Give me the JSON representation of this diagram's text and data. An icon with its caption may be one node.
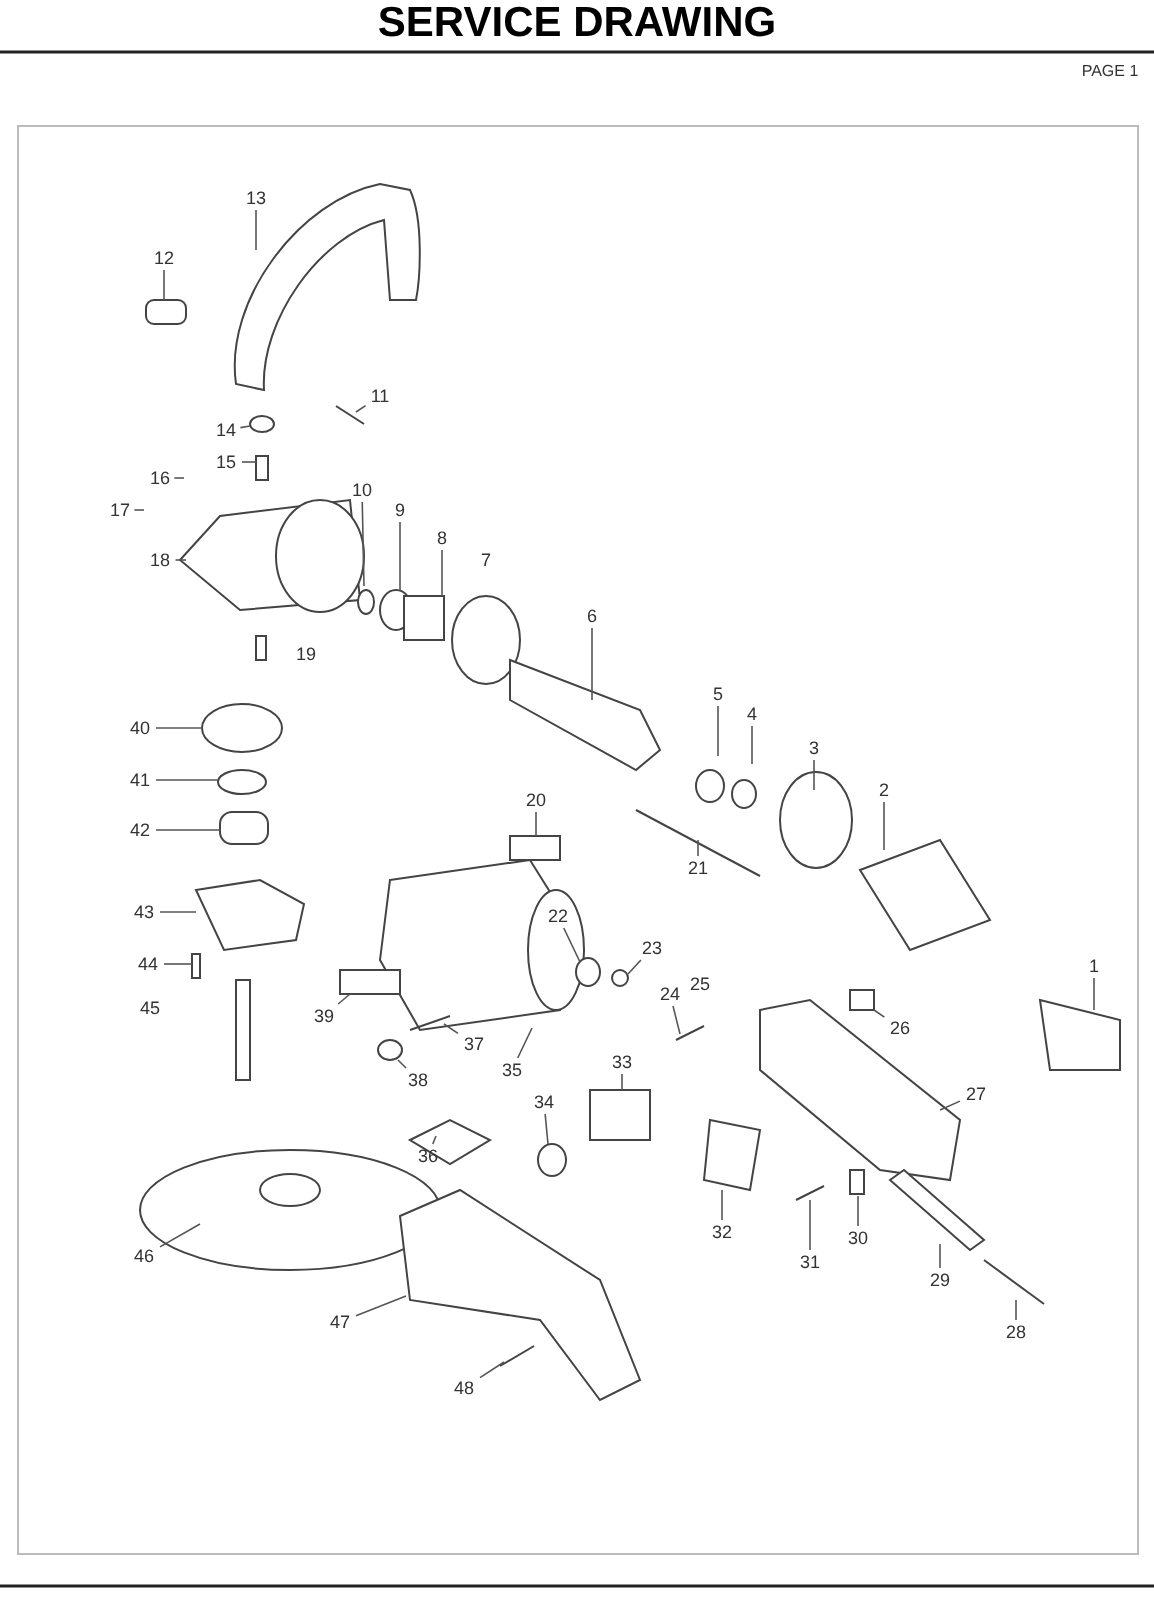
{
  "diagram": {
    "title": "SERVICE DRAWING",
    "nodes": [
      {
        "text": [
          "1"
        ]
      },
      {
        "text": [
          "2"
        ]
      },
      {
        "text": [
          "3"
        ]
      },
      {
        "text": [
          "4"
        ]
      },
      {
        "text": [
          "5"
        ]
      },
      {
        "text": [
          "6"
        ]
      },
      {
        "text": [
          "8"
        ]
      },
      {
        "text": [
          "9"
        ]
      },
      {
        "text": [
          "10"
        ]
      },
      {
        "text": [
          "11"
        ]
      },
      {
        "text": [
          "12"
        ]
      },
      {
        "text": [
          "13"
        ]
      },
      {
        "text": [
          "14"
        ]
      },
      {
        "text": [
          "15"
        ]
      },
      {
        "text": [
          "16"
        ]
      },
      {
        "text": [
          "17"
        ]
      },
      {
        "text": [
          "18"
        ]
      },
      {
        "text": [
          "20"
        ]
      },
      {
        "text": [
          "21"
        ]
      },
      {
        "text": [
          "22"
        ]
      },
      {
        "text": [
          "23"
        ]
      },
      {
        "text": [
          "24"
        ]
      },
      {
        "text": [
          "26"
        ]
      },
      {
        "text": [
          "27"
        ]
      },
      {
        "text": [
          "28"
        ]
      },
      {
        "text": [
          "29"
        ]
      },
      {
        "text": [
          "30"
        ]
      },
      {
        "text": [
          "31"
        ]
      },
      {
        "text": [
          "32"
        ]
      },
      {
        "text": [
          "33"
        ]
      },
      {
        "text": [
          "34"
        ]
      },
      {
        "text": [
          "35"
        ]
      },
      {
        "text": [
          "36"
        ]
      },
      {
        "text": [
          "37"
        ]
      },
      {
        "text": [
          "38"
        ]
      },
      {
        "text": [
          "39"
        ]
      },
      {
        "text": [
          "40"
        ]
      },
      {
        "text": [
          "41"
        ]
      },
      {
        "text": [
          "42"
        ]
      },
      {
        "text": [
          "43"
        ]
      },
      {
        "text": [
          "44"
        ]
      },
      {
        "text": [
          "46"
        ]
      },
      {
        "text": [
          "47"
        ]
      },
      {
        "text": [
          "48"
        ]
      }
    ],
    "edges": [
      {
        "from": 0,
        "to": null,
        "arrow": "none"
      },
      {
        "from": 1,
        "to": null,
        "arrow": "none"
      },
      {
        "from": 2,
        "to": null,
        "arrow": "none"
      },
      {
        "from": 3,
        "to": null,
        "arrow": "none"
      },
      {
        "from": 4,
        "to": null,
        "arrow": "none"
      },
      {
        "from": 5,
        "to": null,
        "arrow": "none"
      },
      {
        "from": 6,
        "to": null,
        "arrow": "none"
      },
      {
        "from": 7,
        "to": null,
        "arrow": "none"
      },
      {
        "from": 8,
        "to": null,
        "arrow": "none"
      },
      {
        "from": 9,
        "to": null,
        "arrow": "none"
      },
      {
        "from": 10,
        "to": null,
        "arrow": "none"
      },
      {
        "from": 11,
        "to": null,
        "arrow": "none"
      },
      {
        "from": 12,
        "to": null,
        "arrow": "none"
      },
      {
        "from": 13,
        "to": null,
        "arrow": "none"
      },
      {
        "from": 14,
        "to": null,
        "arrow": "none"
      },
      {
        "from": 15,
        "to": null,
        "arrow": "none"
      },
      {
        "from": 16,
        "to": null,
        "arrow": "none"
      },
      {
        "from": 17,
        "to": null,
        "arrow": "none"
      },
      {
        "from": 18,
        "to": null,
        "arrow": "none"
      },
      {
        "from": 19,
        "to": null,
        "arrow": "none"
      },
      {
        "from": 20,
        "to": null,
        "arrow": "none"
      },
      {
        "from": 21,
        "to": null,
        "arrow": "none"
      },
      {
        "from": 22,
        "to": null,
        "arrow": "none"
      },
      {
        "from": 23,
        "to": null,
        "arrow": "none"
      },
      {
        "from": 24,
        "to": null,
        "arrow": "none"
      },
      {
        "from": 25,
        "to": null,
        "arrow": "none"
      },
      {
        "from": 26,
        "to": null,
        "arrow": "none"
      },
      {
        "from": 27,
        "to": null,
        "arrow": "none"
      },
      {
        "from": 28,
        "to": null,
        "arrow": "none"
      },
      {
        "from": 29,
        "to": null,
        "arrow": "none"
      },
      {
        "from": 30,
        "to": null,
        "arrow": "none"
      },
      {
        "from": 31,
        "to": null,
        "arrow": "none"
      },
      {
        "from": 32,
        "to": null,
        "arrow": "none"
      },
      {
        "from": 33,
        "to": null,
        "arrow": "none"
      },
      {
        "from": 34,
        "to": null,
        "arrow": "none"
      },
      {
        "from": 35,
        "to": null,
        "arrow": "none"
      },
      {
        "from": 36,
        "to": null,
        "arrow": "none"
      },
      {
        "from": 37,
        "to": null,
        "arrow": "none"
      },
      {
        "from": 38,
        "to": null,
        "arrow": "none"
      },
      {
        "from": 39,
        "to": null,
        "arrow": "none"
      },
      {
        "from": 40,
        "to": null,
        "arrow": "none"
      },
      {
        "from": 41,
        "to": null,
        "arrow": "none"
      },
      {
        "from": 42,
        "to": null,
        "arrow": "none"
      },
      {
        "from": 43,
        "to": null,
        "arrow": "none"
      }
    ],
    "labels": [
      "PAGE 1",
      "7",
      "19",
      "25",
      "45"
    ]
  }
}
